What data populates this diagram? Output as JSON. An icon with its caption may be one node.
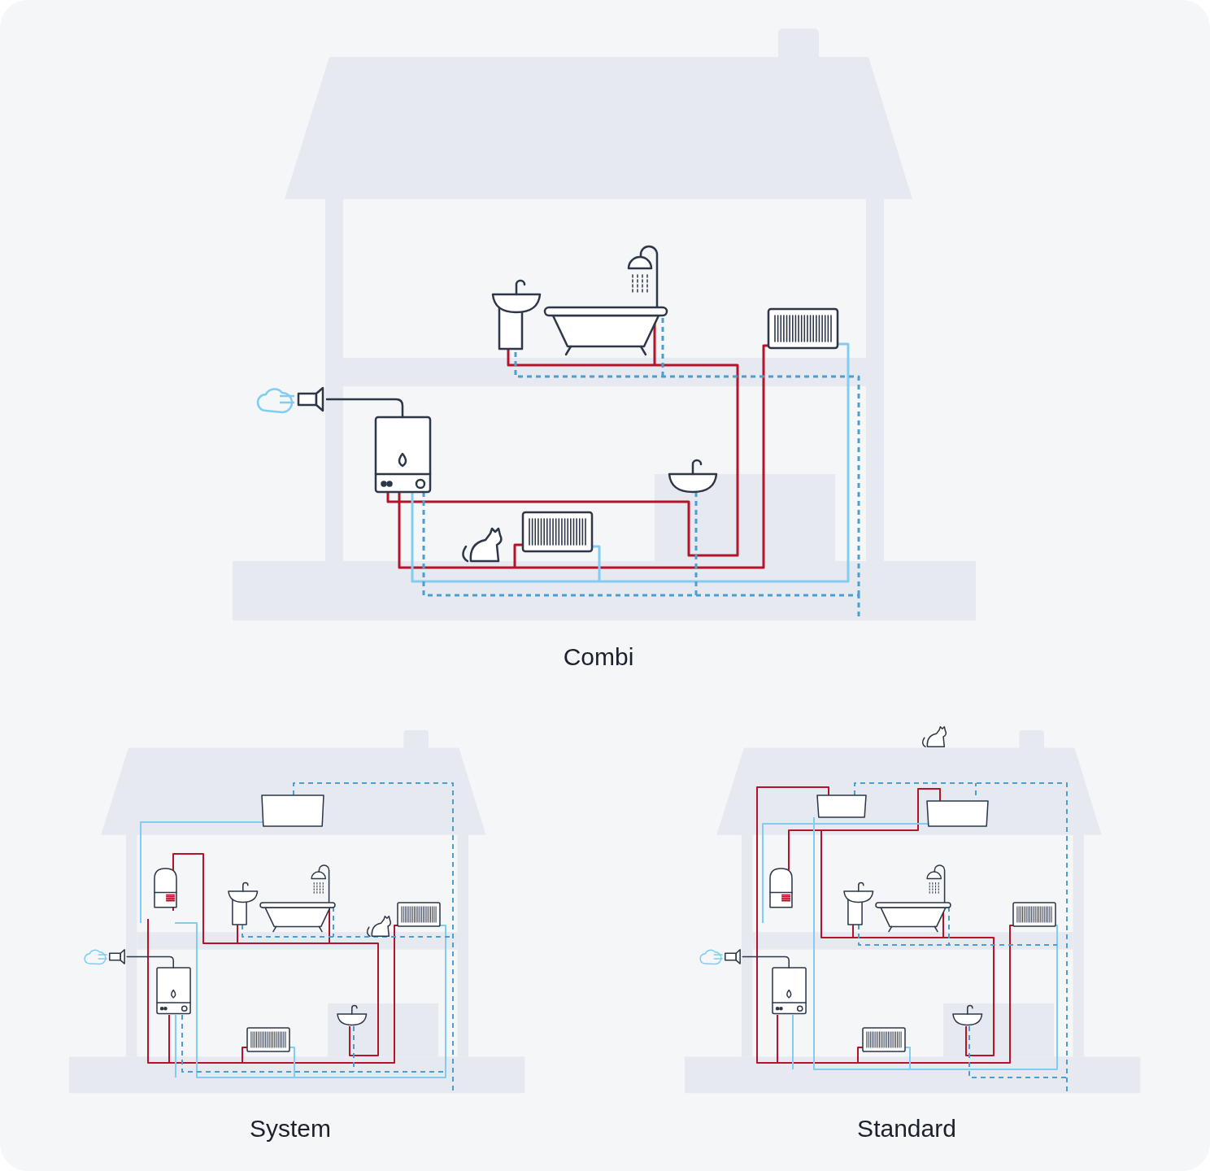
{
  "diagram": {
    "labels": [
      "Combi",
      "System",
      "Standard"
    ]
  }
}
